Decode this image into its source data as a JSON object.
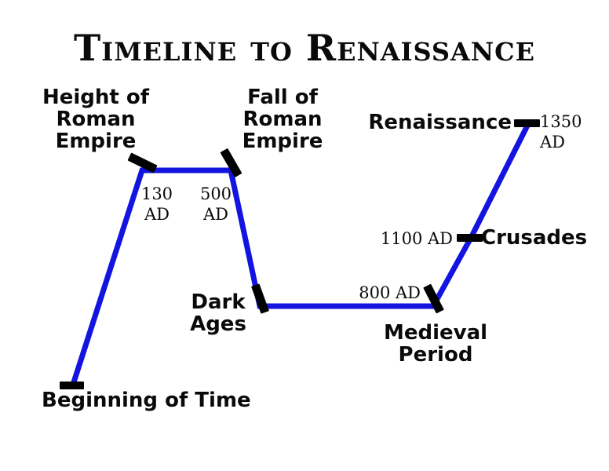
{
  "title": "Timeline to Renaissance",
  "colors": {
    "line": "#1414e0",
    "tick": "#000000",
    "text": "#0a0a0a",
    "background": "#ffffff"
  },
  "chart_data": {
    "type": "line",
    "title": "Timeline to Renaissance",
    "xlabel": "",
    "ylabel": "",
    "series": [
      {
        "name": "Timeline to Renaissance",
        "points": [
          {
            "label": "Beginning of Time",
            "date": "",
            "x": 93,
            "y": 490
          },
          {
            "label": "Height of Roman Empire",
            "date": "130 AD",
            "x": 181,
            "y": 217
          },
          {
            "label": "Fall of Roman Empire",
            "date": "500 AD",
            "x": 294,
            "y": 217
          },
          {
            "label": "Dark Ages",
            "date": "",
            "x": 331,
            "y": 390
          },
          {
            "label": "Medieval Period",
            "date": "800 AD",
            "x": 552,
            "y": 390
          },
          {
            "label": "Crusades",
            "date": "1100 AD",
            "x": 600,
            "y": 303
          },
          {
            "label": "Renaissance",
            "date": "1350 AD",
            "x": 673,
            "y": 158
          }
        ]
      }
    ]
  },
  "labels": {
    "height_of_roman_empire": "Height of\nRoman\nEmpire",
    "fall_of_roman_empire": "Fall of\nRoman\nEmpire",
    "renaissance": "Renaissance",
    "crusades": "Crusades",
    "dark_ages": "Dark\nAges",
    "medieval_period": "Medieval\nPeriod",
    "beginning_of_time": "Beginning of Time"
  },
  "dates": {
    "d130": "130\nAD",
    "d500": "500\nAD",
    "d800": "800 AD",
    "d1100": "1100 AD",
    "d1350": "1350\nAD"
  }
}
